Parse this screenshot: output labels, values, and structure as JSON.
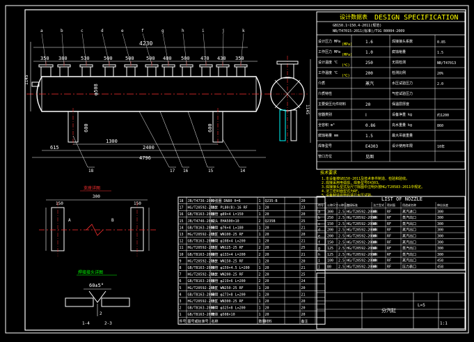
{
  "sheet": {
    "title_cn": "设计数据表",
    "title_en": "DESIGN SPECIFICATION",
    "spec_header_lines": [
      "GB150.1~150.4-2011(规范)",
      "NB/T47015-2011(标准)/TSG R0004-2009"
    ],
    "nozzle_table_title": "LIST  OF  NOZZLE",
    "notes_heading": "技术要求",
    "notes": [
      "1.本设备按GB150-2011及技术条件制造、检验和验收。",
      "2.焊接采用电弧焊，焊条型号E4303。",
      "3.焊接接头型式及尺寸除图中注明外按HG/T20583-2011中规定。",
      "4.法兰密封面型式为RF。",
      "5.设备制造完毕后进行水压试验。"
    ],
    "company": "分汽缸",
    "drawing_no": "L=5",
    "scale": "1:1"
  },
  "main_view": {
    "overall_length": "4230",
    "total_length": "4796",
    "support_span": "2400",
    "support_offset": "1300",
    "left_offset": "615",
    "shell_dia": "φ508",
    "height_dim": "1145",
    "leg_height": "600",
    "leg_height2": "600",
    "spacing_dims": [
      "350",
      "380",
      "530",
      "500",
      "500",
      "500",
      "480",
      "500",
      "470",
      "430",
      "350"
    ],
    "top_letters": [
      "a",
      "b",
      "c",
      "d",
      "e",
      "f",
      "g",
      "h",
      "i",
      "j",
      "k"
    ],
    "callouts": [
      "18",
      "17",
      "16",
      "15",
      "14"
    ]
  },
  "support_view": {
    "title": "支座详图",
    "width": "300",
    "dim_left": "150",
    "dim_right": "150",
    "label_a": "A",
    "label_b": "B"
  },
  "weld_detail": {
    "title": "焊接接头详图",
    "angle": "60±5°",
    "gap": "2",
    "note1": "1-4",
    "note2": "2-3"
  },
  "bom": {
    "rows": [
      [
        "18",
        "JB/T4736-2002",
        "补强圈 DN80  δ=6",
        "1",
        "Q235-B",
        "",
        "20"
      ],
      [
        "17",
        "HG/T20592-2009",
        "法兰 PL80(B)-16 RF",
        "1",
        "20",
        "",
        "23"
      ],
      [
        "16",
        "GB/T8163-2008",
        "接管 φ89×4  L=150",
        "1",
        "20",
        "",
        "20"
      ],
      [
        "15",
        "JB/T4746-2002",
        "封头 EHA500×10",
        "2",
        "Q235B",
        "",
        "25"
      ],
      [
        "14",
        "GB/T8163-2008",
        "接管 φ76×4 L=180",
        "1",
        "20",
        "",
        "21"
      ],
      [
        "13",
        "HG/T20592-2009",
        "法兰 WN100-25 RF",
        "1",
        "20",
        "",
        "20"
      ],
      [
        "12",
        "GB/T8163-2008",
        "接管 φ108×4 L=200",
        "1",
        "20",
        "",
        "21"
      ],
      [
        "11",
        "HG/T20592-2009",
        "法兰 WN125-25 RF",
        "2",
        "20",
        "",
        "25"
      ],
      [
        "10",
        "GB/T8163-2008",
        "接管 φ133×4 L=200",
        "2",
        "20",
        "",
        "21"
      ],
      [
        "9",
        "HG/T20592-2009",
        "法兰 WN150-25 RF",
        "1",
        "20",
        "",
        "20"
      ],
      [
        "8",
        "GB/T8163-2008",
        "接管 φ159×4.5 L=200",
        "1",
        "20",
        "",
        "21"
      ],
      [
        "7",
        "HG/T20592-2009",
        "法兰 WN200-25 RF",
        "2",
        "20",
        "",
        "25"
      ],
      [
        "6",
        "GB/T8163-2008",
        "接管 φ219×6 L=200",
        "2",
        "20",
        "",
        "24"
      ],
      [
        "5",
        "HG/T20592-2009",
        "法兰 WN250-25 RF",
        "1",
        "20",
        "",
        "20"
      ],
      [
        "4",
        "GB/T8163-2008",
        "接管 φ273×8 L=200",
        "1",
        "20",
        "",
        "21"
      ],
      [
        "3",
        "HG/T20592-2009",
        "法兰 WN300-25 RF",
        "1",
        "20",
        "",
        "20"
      ],
      [
        "2",
        "GB/T8163-2008",
        "接管 φ325×8 L=200",
        "1",
        "20",
        "",
        "20"
      ],
      [
        "1",
        "GB/T8163-2008",
        "筒体 φ508×10",
        "1",
        "20",
        "",
        "20"
      ]
    ],
    "header": [
      "件号",
      "图号或标准号",
      "名称",
      "数量",
      "材料",
      "",
      "备注"
    ]
  },
  "nozzles": {
    "header": [
      "符号",
      "公称尺寸",
      "公称压力",
      "连接标准",
      "法兰型式",
      "密封面",
      "用途或名称",
      "伸出长度"
    ],
    "rows": [
      [
        "a",
        "300",
        "2.5",
        "HG/T20592-2009",
        "WN",
        "RF",
        "蒸汽进口",
        "300"
      ],
      [
        "b",
        "250",
        "2.5",
        "HG/T20592-2009",
        "WN",
        "RF",
        "蒸汽出口",
        "300"
      ],
      [
        "c",
        "150",
        "2.5",
        "HG/T20592-2009",
        "WN",
        "RF",
        "蒸汽出口",
        "300"
      ],
      [
        "d",
        "200",
        "2.5",
        "HG/T20592-2009",
        "WN",
        "RF",
        "蒸汽出口",
        "300"
      ],
      [
        "e",
        "200",
        "2.5",
        "HG/T20592-2009",
        "WN",
        "RF",
        "蒸汽出口",
        "300"
      ],
      [
        "f",
        "150",
        "2.5",
        "HG/T20592-2009",
        "WN",
        "RF",
        "蒸汽出口",
        "300"
      ],
      [
        "g",
        "125",
        "2.5",
        "HG/T20592-2009",
        "WN",
        "RF",
        "蒸汽出口",
        "300"
      ],
      [
        "h",
        "125",
        "2.5",
        "HG/T20592-2009",
        "WN",
        "RF",
        "蒸汽出口",
        "300"
      ],
      [
        "i",
        "100",
        "2.5",
        "HG/T20592-2009",
        "WN",
        "RF",
        "蒸汽出口",
        "458"
      ],
      [
        "j",
        "80",
        "2.5",
        "HG/T20592-2009",
        "WN",
        "RF",
        "压力表口",
        "458"
      ]
    ]
  },
  "spec_rows": [
    [
      "设计压力 MPa",
      "(MPa)",
      "1.6",
      "焊接接头系数",
      "",
      "0.85"
    ],
    [
      "工作压力 MPa",
      "(MPa)",
      "1.0",
      "腐蚀裕量",
      "",
      "1.5"
    ],
    [
      "设计温度 ℃",
      "(℃)",
      "250",
      "无损检测",
      "",
      "NB/T47013"
    ],
    [
      "工作温度 ℃",
      "(℃)",
      "200",
      "检测比例",
      "",
      "20%"
    ],
    [
      "介质",
      "",
      "蒸汽",
      "水压试验压力",
      "",
      "2.0"
    ],
    [
      "介质特性",
      "",
      "",
      "气密试验压力",
      "",
      ""
    ],
    [
      "主要受压元件材料",
      "",
      "20",
      "保温层厚度",
      "",
      ""
    ],
    [
      "容器类别",
      "",
      "Ⅰ",
      "设备净重 kg",
      "",
      "约1200"
    ],
    [
      "全容积 m³",
      "",
      "0.86",
      "充水重量 kg",
      "",
      "860"
    ],
    [
      "腐蚀裕量 mm",
      "",
      "1.5",
      "最大吊装重量",
      "",
      ""
    ],
    [
      "焊条型号",
      "",
      "E4303",
      "设计使用年限",
      "",
      "10年"
    ],
    [
      "管口方位",
      "",
      "见图",
      "",
      "",
      ""
    ]
  ]
}
